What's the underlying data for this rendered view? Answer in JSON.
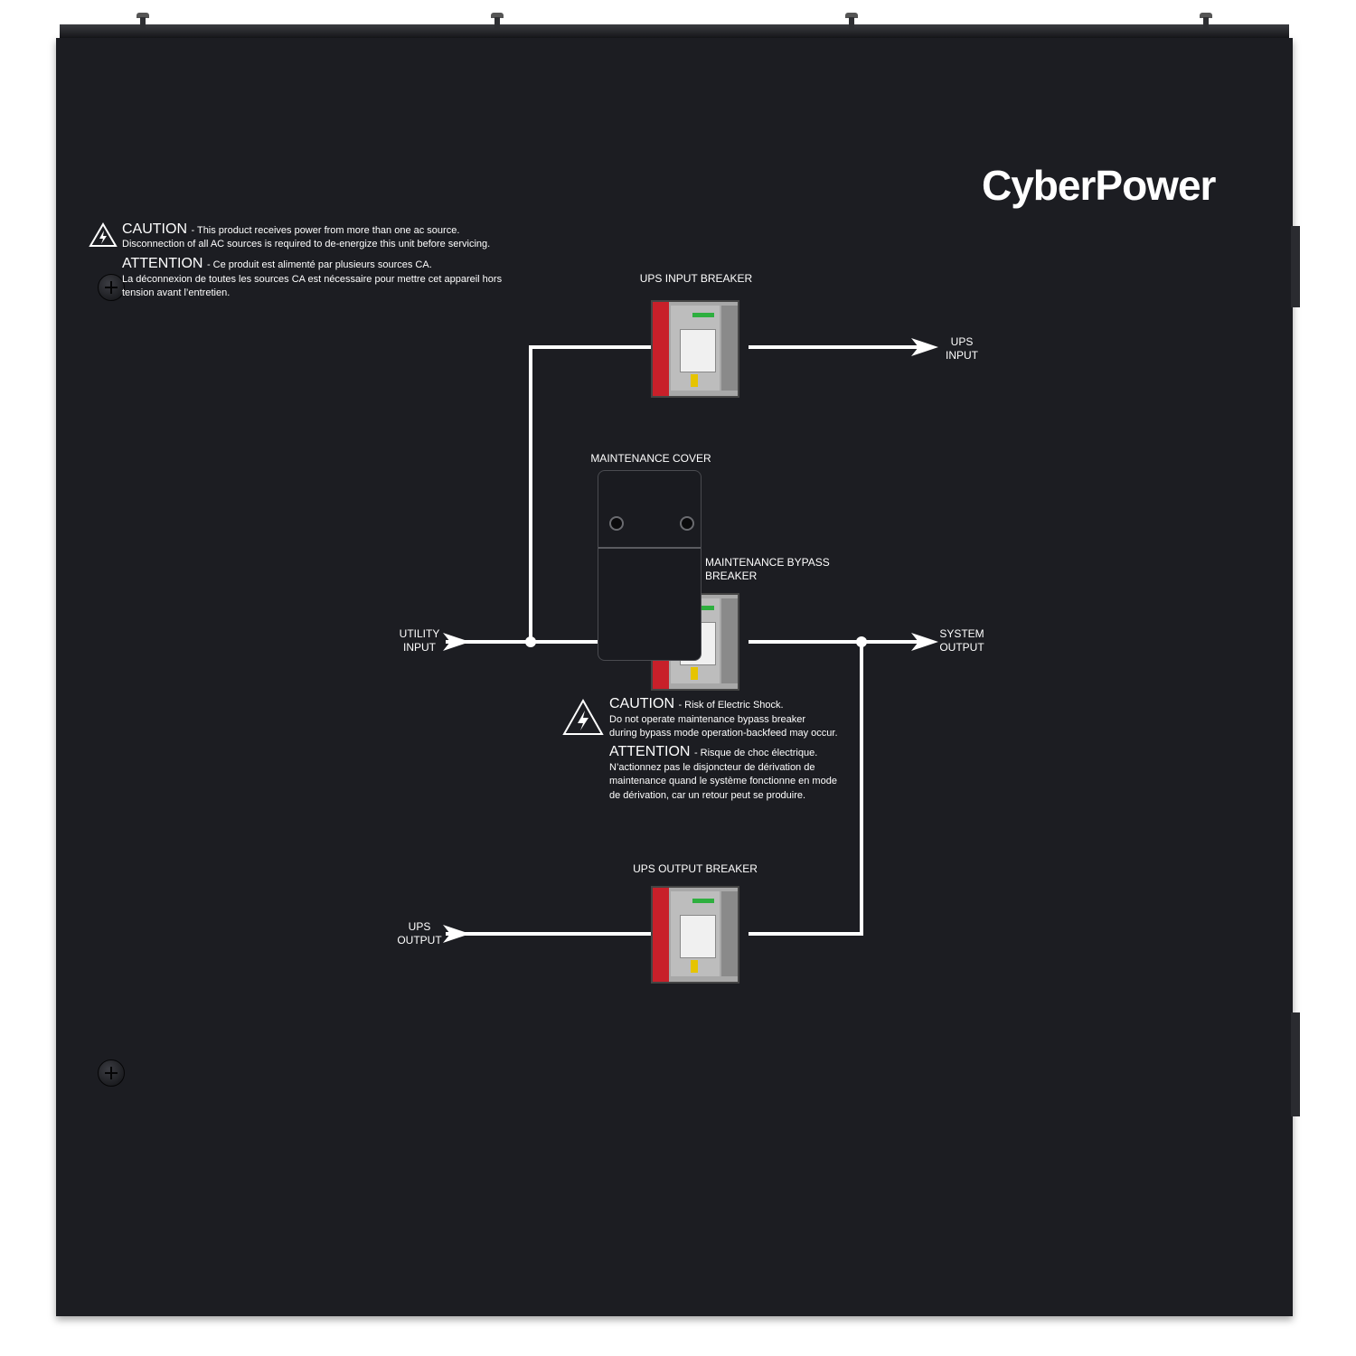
{
  "brand": {
    "logo_text": "CyberPower"
  },
  "warning_top": {
    "caution_title": "CAUTION",
    "caution_text_1": "- This product receives power from more than one ac source.",
    "caution_text_2": "Disconnection of all AC sources is required to de-energize this unit before servicing.",
    "attention_title": "ATTENTION",
    "attention_text_1": "- Ce produit est alimenté par plusieurs sources CA.",
    "attention_text_2": "La déconnexion de toutes les sources CA est nécessaire pour mettre cet appareil hors",
    "attention_text_3": "tension avant l’entretien."
  },
  "labels": {
    "ups_input_breaker": "UPS INPUT BREAKER",
    "ups_input_1": "UPS",
    "ups_input_2": "INPUT",
    "maintenance_cover": "MAINTENANCE COVER",
    "maintenance_bypass_1": "MAINTENANCE BYPASS",
    "maintenance_bypass_2": "BREAKER",
    "utility_input_1": "UTILITY",
    "utility_input_2": "INPUT",
    "system_output_1": "SYSTEM",
    "system_output_2": "OUTPUT",
    "ups_output_breaker": "UPS OUTPUT BREAKER",
    "ups_output_1": "UPS",
    "ups_output_2": "OUTPUT"
  },
  "warning_mid": {
    "caution_title": "CAUTION",
    "caution_text_1": "- Risk of Electric Shock.",
    "caution_text_2": "Do not operate maintenance bypass breaker",
    "caution_text_3": "during bypass mode operation-backfeed may occur.",
    "attention_title": "ATTENTION",
    "attention_text_1": "- Risque de choc électrique.",
    "attention_text_2": "N’actionnez pas le disjoncteur de dérivation de",
    "attention_text_3": "maintenance quand le système fonctionne en mode",
    "attention_text_4": "de dérivation, car un retour peut se produire."
  },
  "colors": {
    "panel": "#1c1d22",
    "line": "#ffffff",
    "breaker_red": "#c8202a"
  }
}
